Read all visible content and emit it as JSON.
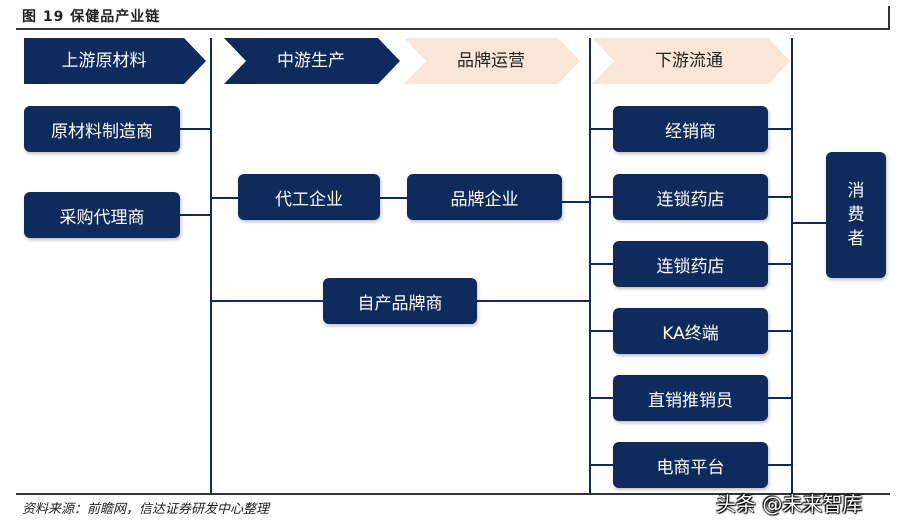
{
  "figure": {
    "title": "图 19 保健品产业链",
    "source": "资料来源：前瞻网，信达证券研发中心整理",
    "watermark": "头条 @未来智库"
  },
  "stages": {
    "upstream": "上游原材料",
    "midstream": "中游生产",
    "brand_ops": "品牌运营",
    "downstream": "下游流通"
  },
  "nodes": {
    "raw_material_maker": "原材料制造商",
    "purchasing_agent": "采购代理商",
    "oem": "代工企业",
    "brand_company": "品牌企业",
    "own_brand": "自产品牌商",
    "distributor": "经销商",
    "chain_pharmacy_1": "连锁药店",
    "chain_pharmacy_2": "连锁药店",
    "ka_terminal": "KA终端",
    "direct_sales": "直销推销员",
    "ecommerce": "电商平台",
    "consumer": [
      "消",
      "费",
      "者"
    ]
  },
  "colors": {
    "dark_navy": "#0f2a5c",
    "light_peach": "#fbe5d6"
  }
}
